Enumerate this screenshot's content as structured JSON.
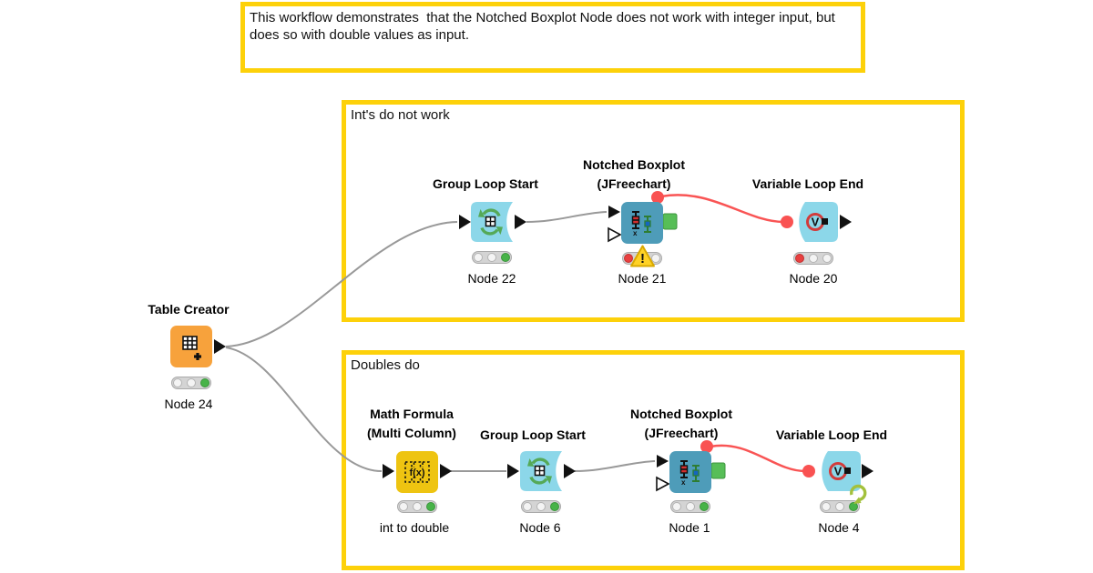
{
  "annotation": {
    "text": "This workflow demonstrates  that the Notched Boxplot Node does not work with integer input, but does so with double values as input.",
    "border_color": "#fdd10a"
  },
  "groups": [
    {
      "label": "Int's do not work"
    },
    {
      "label": "Doubles do"
    }
  ],
  "nodes": [
    {
      "title": "Table Creator",
      "label": "Node 24",
      "status": "green",
      "body_color": "#f7a23c",
      "icon": "table-create"
    },
    {
      "title": "Group Loop Start",
      "label": "Node 22",
      "status": "green",
      "body_color": "#8cd7e9",
      "icon": "group-loop"
    },
    {
      "title1": "Notched Boxplot",
      "title2": "(JFreechart)",
      "label": "Node 21",
      "status": "red",
      "warning": "!",
      "body_color": "#4e9cb9",
      "icon": "boxplot"
    },
    {
      "title": "Variable Loop End",
      "label": "Node 20",
      "status": "red",
      "body_color": "#8cd7e9",
      "icon": "variable-loop-end"
    },
    {
      "title1": "Math Formula",
      "title2": "(Multi Column)",
      "label": "int to double",
      "status": "green",
      "body_color": "#eec411",
      "icon": "math-formula"
    },
    {
      "title": "Group Loop Start",
      "label": "Node 6",
      "status": "green",
      "body_color": "#8cd7e9",
      "icon": "group-loop"
    },
    {
      "title1": "Notched Boxplot",
      "title2": "(JFreechart)",
      "label": "Node 1",
      "status": "green",
      "body_color": "#4e9cb9",
      "icon": "boxplot"
    },
    {
      "title": "Variable Loop End",
      "label": "Node 4",
      "status": "green",
      "loop_badge": "loop-reset",
      "body_color": "#8cd7e9",
      "icon": "variable-loop-end"
    }
  ],
  "colors": {
    "wire_gray": "#999999",
    "wire_red": "#f95454",
    "port_green": "#57be57",
    "node_cyan": "#8cd7e9",
    "node_teal": "#4e9cb9",
    "node_orange": "#f7a23c",
    "node_gold": "#eec411",
    "annotation_yellow": "#fdd10a",
    "status_red": "#e84040",
    "status_green": "#47b348"
  }
}
